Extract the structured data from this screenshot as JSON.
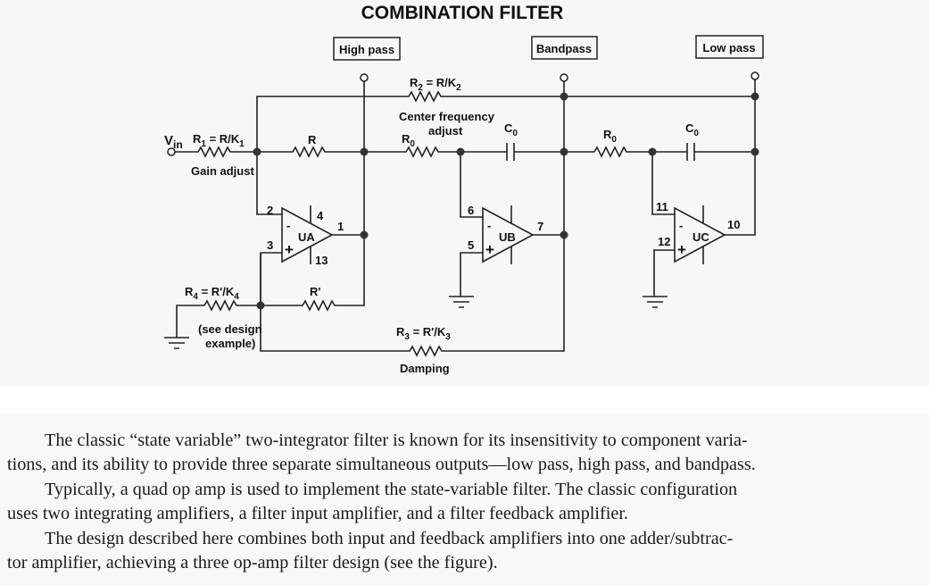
{
  "figure": {
    "title": "COMBINATION FILTER",
    "outputs": {
      "high_pass": "High pass",
      "bandpass": "Bandpass",
      "low_pass": "Low pass"
    },
    "input_label": "V",
    "input_sub": "in",
    "components": {
      "r1": {
        "name": "R",
        "sub": "1",
        "eq": " = R/K",
        "eq_sub": "1",
        "note": "Gain adjust"
      },
      "r": {
        "name": "R"
      },
      "r2": {
        "name": "R",
        "sub": "2",
        "eq": " = R/K",
        "eq_sub": "2",
        "note_line1": "Center frequency",
        "note_line2": "adjust"
      },
      "r0a": {
        "name": "R",
        "sub": "0"
      },
      "c0a": {
        "name": "C",
        "sub": "0"
      },
      "r0b": {
        "name": "R",
        "sub": "0"
      },
      "c0b": {
        "name": "C",
        "sub": "0"
      },
      "r4": {
        "name": "R",
        "sub": "4",
        "eq": " = R'/K",
        "eq_sub": "4",
        "note_line1": "(see design",
        "note_line2": "example)"
      },
      "rp": {
        "name": "R'"
      },
      "r3": {
        "name": "R",
        "sub": "3",
        "eq": " = R'/K",
        "eq_sub": "3",
        "note": "Damping"
      }
    },
    "opamps": [
      {
        "name": "UA",
        "inv_pin": "2",
        "noninv_pin": "3",
        "out_pin": "1",
        "top_pin": "4",
        "bottom_pin": "13"
      },
      {
        "name": "UB",
        "inv_pin": "6",
        "noninv_pin": "5",
        "out_pin": "7"
      },
      {
        "name": "UC",
        "inv_pin": "11",
        "noninv_pin": "12",
        "out_pin": "10"
      }
    ],
    "minus": "-",
    "plus": "+"
  },
  "text": {
    "p1_line1": "The classic “state variable” two-integrator filter is known for its insensitivity to component varia-",
    "p1_line2": "tions, and its ability to provide three separate simultaneous outputs—low pass, high pass, and bandpass.",
    "p2_line1": "Typically, a quad op amp is used to implement the state-variable filter. The classic configuration",
    "p2_line2": "uses two integrating amplifiers, a filter input amplifier, and a filter feedback amplifier.",
    "p3_line1": "The design described here combines both input and feedback amplifiers into one adder/subtrac-",
    "p3_line2": "tor amplifier, achieving a three op-amp filter design (see the figure)."
  }
}
